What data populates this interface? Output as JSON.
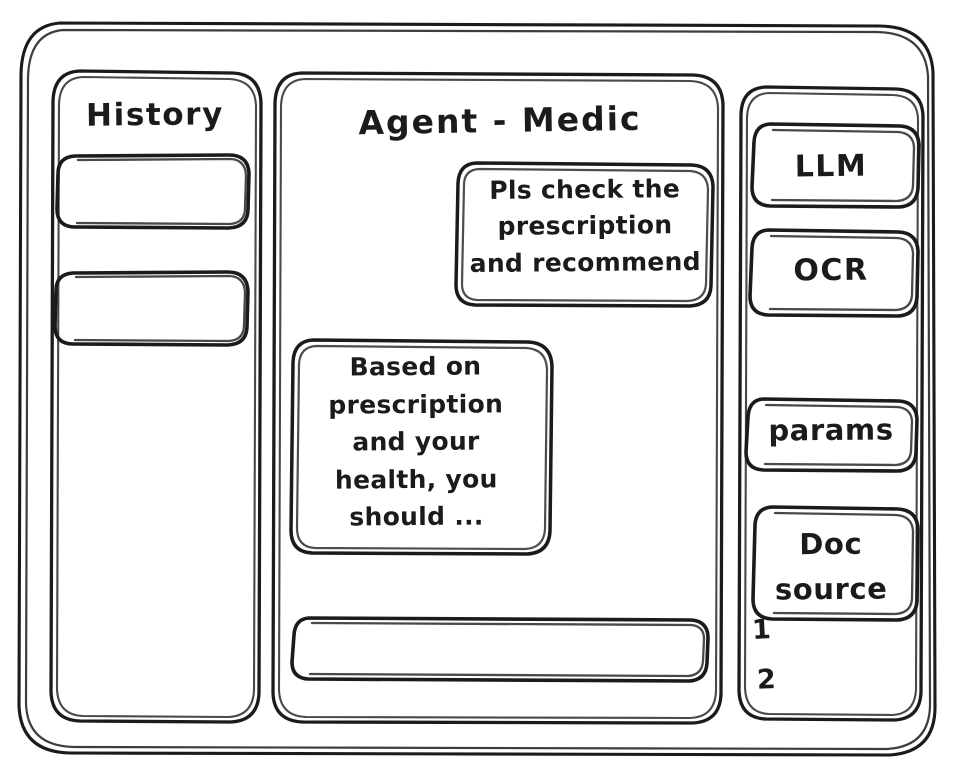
{
  "window": {
    "style": "hand-drawn-wireframe",
    "stroke_color": "#1b1b1b",
    "background_color": "#ffffff"
  },
  "sidebar_left": {
    "title": "History",
    "items": [
      {
        "label": ""
      },
      {
        "label": ""
      }
    ]
  },
  "main": {
    "title": "Agent - Medic",
    "messages": [
      {
        "role": "user",
        "text": "Pls check the\nprescription\nand recommend"
      },
      {
        "role": "agent",
        "text": "Based on\nprescription\nand your\nhealth, you\nshould ..."
      }
    ],
    "composer": {
      "value": "",
      "placeholder": ""
    }
  },
  "sidebar_right": {
    "buttons": [
      {
        "label": "LLM"
      },
      {
        "label": "OCR"
      },
      {
        "label": "params"
      },
      {
        "label": "Doc\nsource"
      }
    ],
    "doc_source_items": [
      {
        "label": "1"
      },
      {
        "label": "2"
      }
    ]
  }
}
